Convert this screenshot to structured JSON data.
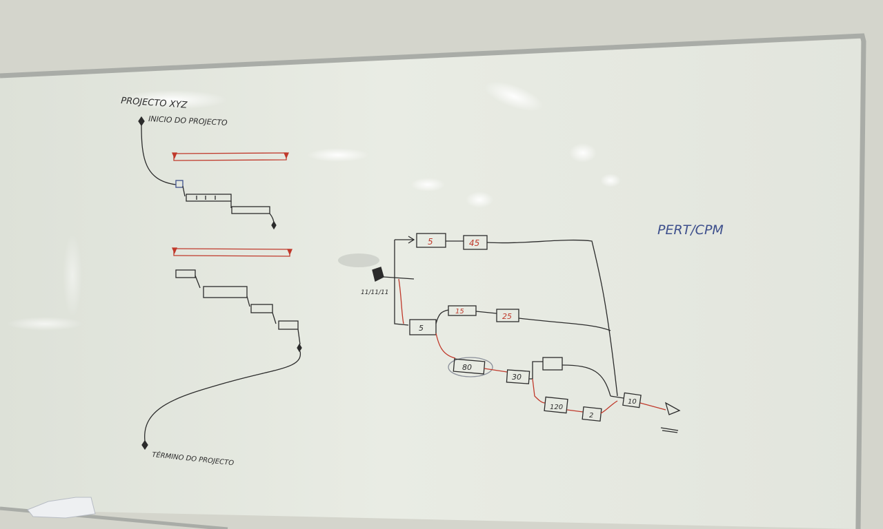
{
  "board": {
    "project_title": "PROJECTO XYZ",
    "start_label": "INICIO DO PROJECTO",
    "end_label": "TÉRMINO DO PROJECTO",
    "method_label": "PERT/CPM",
    "start_date": "11/11/11"
  },
  "network": {
    "nodes": [
      {
        "id": "top-a",
        "text": "5",
        "color": "red"
      },
      {
        "id": "top-b",
        "text": "45",
        "color": "red"
      },
      {
        "id": "mid-a",
        "text": "15",
        "color": "red"
      },
      {
        "id": "mid-b",
        "text": "25",
        "color": "red"
      },
      {
        "id": "low-a",
        "text": "5",
        "color": "black"
      },
      {
        "id": "crit-a",
        "text": "80",
        "color": "black"
      },
      {
        "id": "crit-b",
        "text": "30",
        "color": "black"
      },
      {
        "id": "branch-top",
        "text": "",
        "color": "black"
      },
      {
        "id": "branch-a",
        "text": "120",
        "color": "black"
      },
      {
        "id": "branch-b",
        "text": "2",
        "color": "black"
      },
      {
        "id": "merge",
        "text": "10",
        "color": "black"
      }
    ]
  },
  "colors": {
    "board": "#e6e9e1",
    "frame": "#b8bbb6",
    "wall": "#d6d7ce",
    "pen_black": "#2b2b2b",
    "pen_red": "#c0392b",
    "pen_blue": "#3d4f8c"
  }
}
